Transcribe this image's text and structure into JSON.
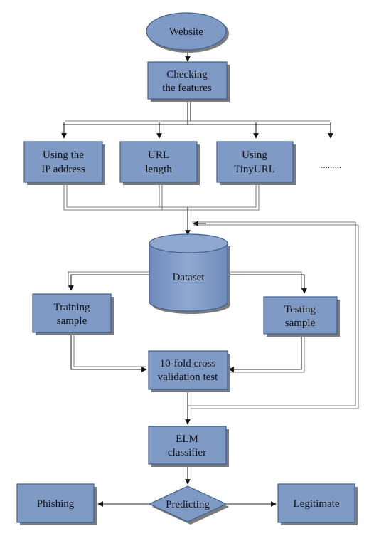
{
  "nodes": {
    "website": "Website",
    "checking_line1": "Checking",
    "checking_line2": "the features",
    "using_ip_line1": "Using the",
    "using_ip_line2": "IP address",
    "url_length_line1": "URL",
    "url_length_line2": "length",
    "tinyurl_line1": "Using",
    "tinyurl_line2": "TinyURL",
    "ellipsis": ".........",
    "dataset": "Dataset",
    "training_line1": "Training",
    "training_line2": "sample",
    "testing_line1": "Testing",
    "testing_line2": "sample",
    "crossval_line1": "10-fold cross",
    "crossval_line2": "validation test",
    "elm_line1": "ELM",
    "elm_line2": "classifier",
    "predicting": "Predicting",
    "phishing": "Phishing",
    "legitimate": "Legitimate"
  },
  "colors": {
    "fill": "#7f9ac5",
    "fill_light": "#8fa8d0",
    "stroke": "#3f5f8f",
    "shadow": "#7c7c7c"
  }
}
